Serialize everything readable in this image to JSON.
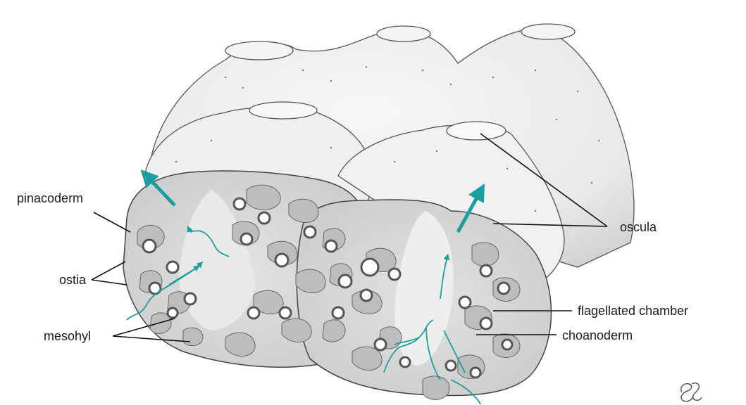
{
  "diagram": {
    "labels": {
      "pinacoderm": "pinacoderm",
      "ostia": "ostia",
      "mesohyl": "mesohyl",
      "oscula": "oscula",
      "flagellated_chamber": "flagellated chamber",
      "choanoderm": "choanoderm"
    },
    "colors": {
      "paper": "#ffffff",
      "pencil": "#3a3a3a",
      "shade_light": "#ededed",
      "shade_mid": "#d6d6d6",
      "shade_dark": "#a8a8a8",
      "water_flow": "#1a9e9e"
    },
    "signature_mark": "artist initials"
  }
}
